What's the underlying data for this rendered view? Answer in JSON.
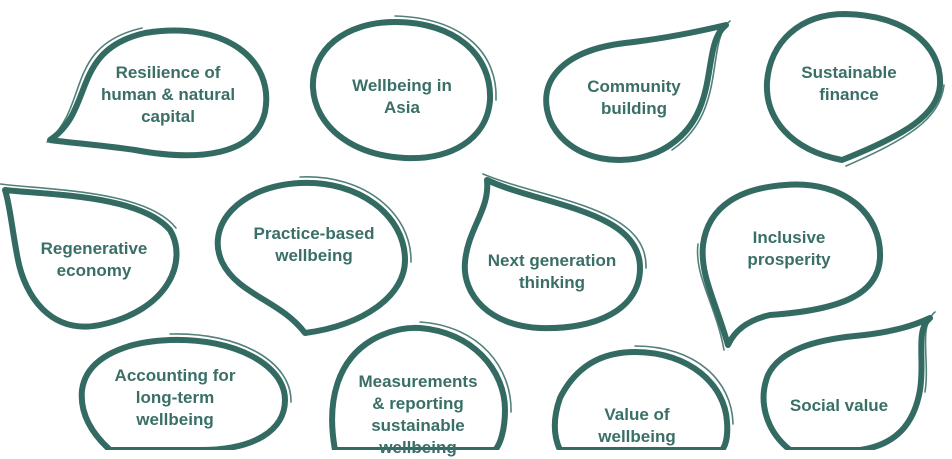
{
  "colors": {
    "stroke": "#336b63",
    "text": "#3a6f67",
    "background": "#ffffff"
  },
  "topics": [
    {
      "id": "resilience",
      "label": "Resilience of\nhuman & natural\ncapital"
    },
    {
      "id": "wellbeing-asia",
      "label": "Wellbeing in\nAsia"
    },
    {
      "id": "community",
      "label": "Community\nbuilding"
    },
    {
      "id": "sustainable-finance",
      "label": "Sustainable\nfinance"
    },
    {
      "id": "regenerative",
      "label": "Regenerative\neconomy"
    },
    {
      "id": "practice-based",
      "label": "Practice-based\nwellbeing"
    },
    {
      "id": "next-generation",
      "label": "Next generation\nthinking"
    },
    {
      "id": "inclusive-prosperity",
      "label": "Inclusive\nprosperity"
    },
    {
      "id": "accounting",
      "label": "Accounting for\nlong-term\nwellbeing"
    },
    {
      "id": "measurements",
      "label": "Measurements\n& reporting\nsustainable\nwellbeing"
    },
    {
      "id": "value-wellbeing",
      "label": "Value of\nwellbeing"
    },
    {
      "id": "social-value",
      "label": "Social value"
    }
  ]
}
